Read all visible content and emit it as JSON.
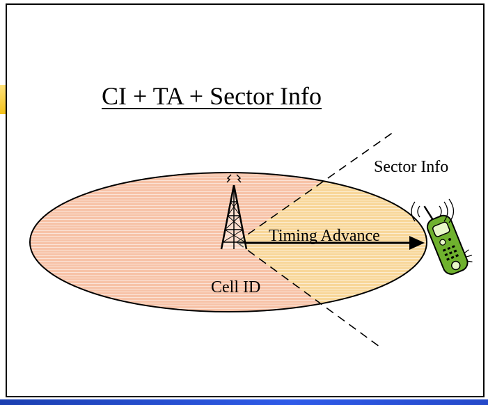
{
  "title": "CI + TA + Sector Info",
  "labels": {
    "sector_info": "Sector Info",
    "timing_advance": "Timing Advance",
    "cell_id": "Cell ID"
  },
  "colors": {
    "cell_fill": "#f7c3a8",
    "sector_fill": "#f8d79a",
    "stripe": "#ffffff",
    "outline": "#000000",
    "phone_body": "#6fb12e",
    "accent_tab": "#f3c21a",
    "bottom_bar": "#2f5be8"
  },
  "icons": [
    "cell-tower-icon",
    "mobile-phone-icon"
  ]
}
